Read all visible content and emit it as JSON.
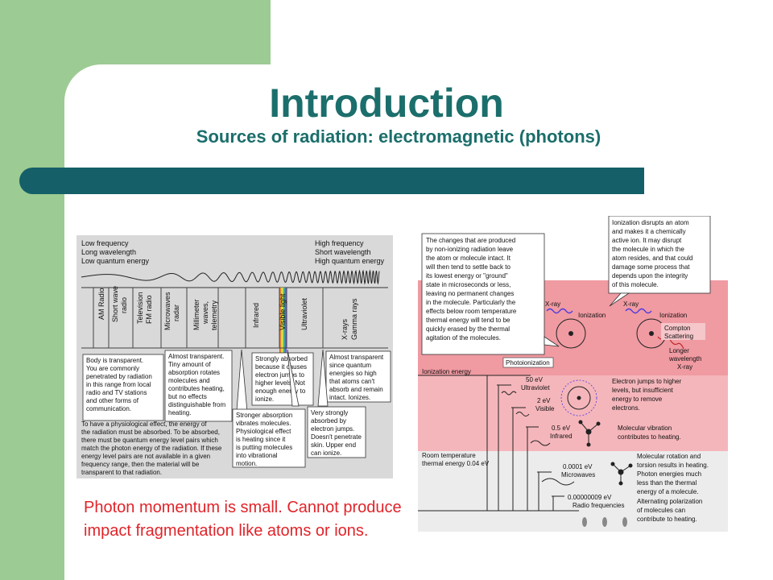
{
  "slide": {
    "title": "Introduction",
    "subtitle": "Sources of radiation: electromagnetic (photons)",
    "caption": "Photon momentum is small. Cannot produce impact fragmentation like atoms or ions."
  },
  "colors": {
    "green": "#9ccb93",
    "teal": "#1b6e6b",
    "band": "#145f68",
    "red": "#e0242a"
  },
  "spectrum": {
    "left_header": [
      "Low frequency",
      "Long wavelength",
      "Low quantum energy"
    ],
    "right_header": [
      "High frequency",
      "Short wavelength",
      "High quantum energy"
    ],
    "bands": [
      [
        "AM Radio"
      ],
      [
        "Short wave",
        "radio"
      ],
      [
        "Television",
        "FM radio"
      ],
      [
        "Microwaves",
        "radar"
      ],
      [
        "Millimeter",
        "waves,",
        "telemetry"
      ],
      [
        "Infrared"
      ],
      [
        "Visible light"
      ],
      [
        "Ultraviolet"
      ],
      [
        "X-rays",
        "Gamma rays"
      ]
    ],
    "boxes": [
      [
        "Body is transparent.",
        "You are commonly",
        "penetrated by radiation",
        "in this range from local",
        "radio and TV stations",
        "and other forms of",
        "communication."
      ],
      [
        "Almost transparent.",
        "Tiny amount of",
        "absorption rotates",
        "molecules and",
        "contributes heating,",
        "but no effects",
        "distinguishable from",
        "heating."
      ],
      [
        "Strongly absorbed",
        "because it causes",
        "electron jumps to",
        "higher levels. Not",
        "enough energy to",
        "ionize."
      ],
      [
        "Almost transparent",
        "since quantum",
        "energies so high",
        "that atoms can't",
        "absorb and remain",
        "intact. Ionizes."
      ],
      [
        "Stronger absorption",
        "vibrates molecules.",
        "Physiological effect",
        "is heating since it",
        "is putting molecules",
        "into vibrational",
        "motion."
      ],
      [
        "Very strongly",
        "absorbed by",
        "electron jumps.",
        "Doesn't penetrate",
        "skin. Upper end",
        "can ionize."
      ]
    ],
    "footnote": [
      "To have a physiological effect, the energy of",
      "the radiation must be absorbed. To be absorbed,",
      "there must be quantum energy level pairs which",
      "match the photon energy of the radiation. If these",
      "energy level pairs are not available in a given",
      "frequency range, then the material will be",
      "transparent to that radiation."
    ]
  },
  "energy_diagram": {
    "box_nonionizing": [
      "The changes that are produced",
      "by non-ionizing radiation leave",
      "the atom or molecule intact.  It",
      "will then tend to settle back to",
      "its lowest energy or \"ground\"",
      "state in microseconds or less,",
      "leaving no permanent changes",
      "in the molecule.  Particularly the",
      "effects below room temperature",
      "thermal energy will tend to be",
      "quickly erased by the thermal",
      "agitation of the molecules."
    ],
    "box_ionization": [
      "Ionization disrupts an atom",
      "and makes it a chemically",
      "active ion. It may disrupt",
      "the molecule in which the",
      "atom resides, and that could",
      "damage some process that",
      "depends upon the integrity",
      "of this molecule."
    ],
    "labels": {
      "xray1": "X-ray",
      "xray2": "X-ray",
      "ionization1": "Ionization",
      "ionization2": "Ionization",
      "compton": [
        "Compton",
        "Scattering"
      ],
      "longer": [
        "Longer",
        "wavelength",
        "X-ray"
      ],
      "photoionization": "Photoionization",
      "ionization_energy": "Ionization energy",
      "uv": [
        "50 eV",
        "Ultraviolet"
      ],
      "visible": [
        "2 eV",
        "Visible"
      ],
      "infrared": [
        "0.5 eV",
        "Infrared"
      ],
      "electron_jumps": [
        "Electron jumps to higher",
        "levels, but insufficient",
        "energy to remove",
        "electrons."
      ],
      "vibration": [
        "Molecular vibration",
        "contributes to heating."
      ],
      "room_temp": [
        "Room temperature",
        "thermal energy 0.04 eV"
      ],
      "microwaves": [
        "0.0001 eV",
        "Microwaves"
      ],
      "rotation": [
        "Molecular rotation and",
        "torsion results in heating.",
        "Photon energies much",
        "less than the thermal",
        "energy of a molecule."
      ],
      "radio": [
        "0.00000009 eV",
        "Radio frequencies"
      ],
      "polarization": [
        "Alternating polarization",
        "of molecules can",
        "contribute to heating."
      ]
    }
  }
}
